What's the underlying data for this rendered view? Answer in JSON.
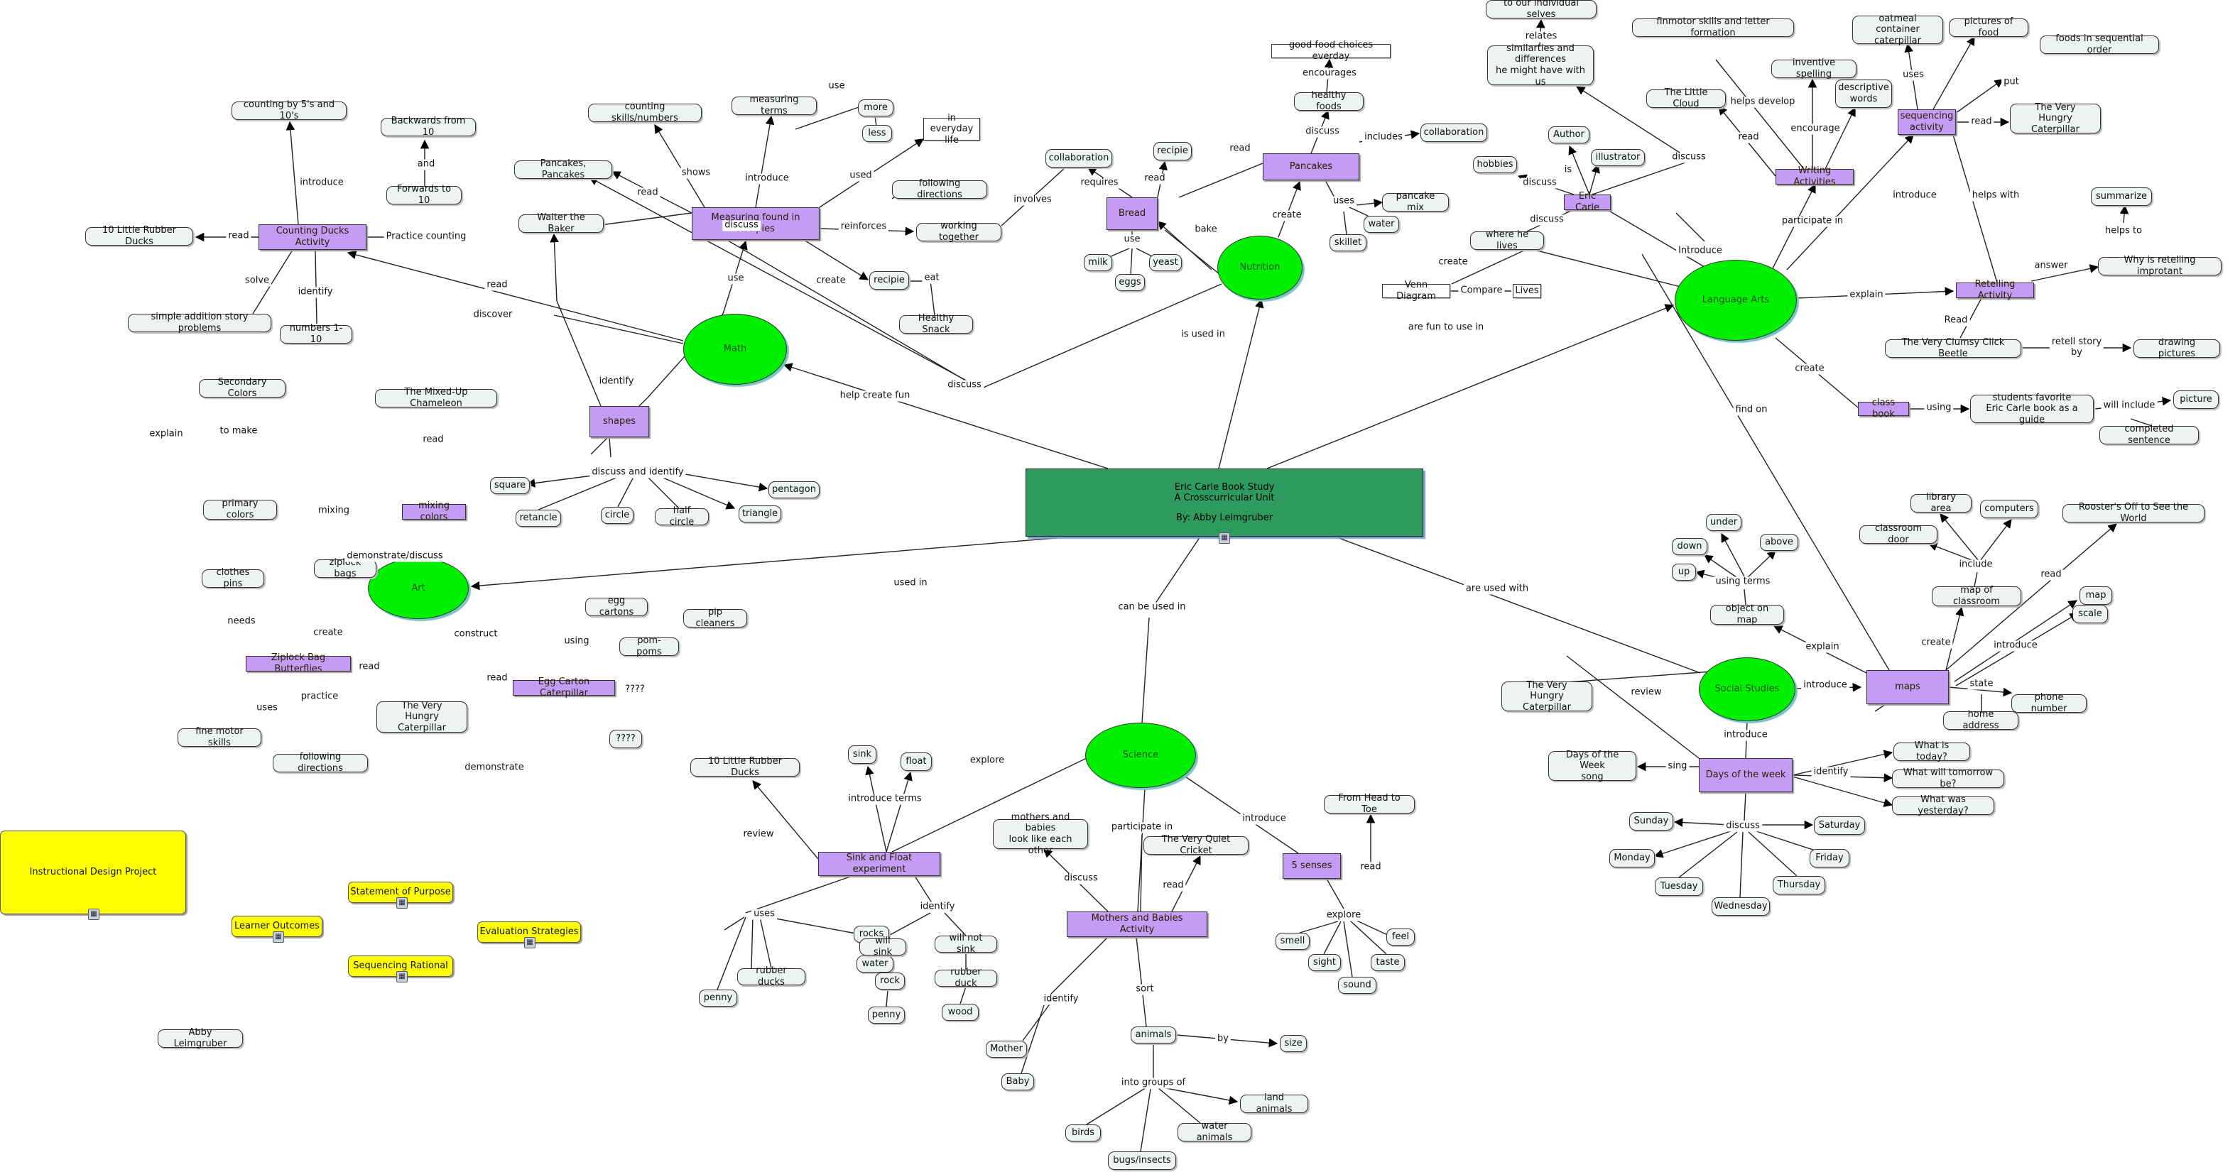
{
  "central": {
    "line1": "Eric Carle Book Study",
    "line2": "A Crosscurricular Unit",
    "line3": "By:  Abby Leimgruber"
  },
  "green": {
    "math": "Math",
    "nutrition": "Nutrition",
    "language_arts": "Language Arts",
    "art": "Art",
    "science": "Science",
    "social_studies": "Social Studies"
  },
  "purple": {
    "counting_ducks": "Counting Ducks Activity",
    "measuring": "Measuring found in Recipies",
    "shapes": "shapes",
    "mixing_colors": "mixing colors",
    "ziplock": "Ziplock Bag Butterflies",
    "egg_carton": "Egg Carton Caterpillar",
    "bread": "Bread",
    "pancakes": "Pancakes",
    "eric_carle": "Eric Carle",
    "writing": "Writing Activities",
    "sequencing": "sequencing activity",
    "retelling": "Retelling Activity",
    "class_book": "class book",
    "maps": "maps",
    "days_week": "Days of the week",
    "sink_float": "Sink and Float experiment",
    "mothers_babies": "Mothers and Babies Activity",
    "five_senses": "5 senses"
  },
  "concepts": {
    "counting_5_10": "counting by 5's and 10's",
    "backwards": "Backwards from 10",
    "forwards": "Forwards to 10",
    "ten_ducks_a": "10 Little Rubber Ducks",
    "story_problems": "simple addition story problems",
    "numbers": "numbers 1-10",
    "counting_skills": "counting skills/numbers",
    "measuring_terms": "measuring terms",
    "more": "more",
    "less": "less",
    "pancakes_pancakes": "Pancakes, Pancakes",
    "walter": "Walter the Baker",
    "following_dir_top": "following directions",
    "working_together": "working together",
    "recipie_math": "recipie",
    "healthy_snack": "Healthy Snack",
    "collaboration_top": "collaboration",
    "recipie_bread": "recipie",
    "milk": "milk",
    "eggs": "eggs",
    "yeast": "yeast",
    "healthy_foods": "healthy foods",
    "collaboration_pan": "collaboration",
    "pancake_mix": "pancake mix",
    "water_pan": "water",
    "skillet": "skillet",
    "to_ourselves": "to our individual selves",
    "similarities": "similarties and\ndifferences\nhe might have with us",
    "author": "Author",
    "illustrator": "illustrator",
    "hobbies": "hobbies",
    "where_lives": "where he lives",
    "finmotor": "finmotor skills and letter formation",
    "little_cloud": "The Little Cloud",
    "inventive": "inventive spelling",
    "descriptive": "descriptive\nwords",
    "oatmeal": "oatmeal container\ncaterpillar",
    "pictures_food": "pictures of food",
    "foods_seq": "foods in sequential order",
    "hungry_cat_seq": "The Very\nHungry Caterpillar",
    "summarize": "summarize",
    "why_retelling": "Why is retelling improtant",
    "clumsy": "The Very Clumsy Click Beetle",
    "drawing_pictures": "drawing pictures",
    "students_fav": "students favorite\nEric Carle book as a guide",
    "picture": "picture",
    "completed_sentence": "completed sentence",
    "secondary": "Secondary Colors",
    "primary": "primary colors",
    "chameleon": "The Mixed-Up Chameleon",
    "square": "square",
    "retancle": "retancle",
    "circle": "circle",
    "half_circle": "half circle",
    "triangle": "triangle",
    "pentagon": "pentagon",
    "clothes_pins": "clothes pins",
    "ziplock_bags": "ziplock bags",
    "fine_motor": "fine motor skills",
    "following_dir_art": "following directions",
    "hungry_cat_art": "The Very\nHungry Caterpillar",
    "egg_cartons": "egg cartons",
    "pip_cleaners": "pip cleaners",
    "pom_poms": "pom-poms",
    "qqqq": "????",
    "ten_ducks_sci": "10 Little Rubber Ducks",
    "sink": "sink",
    "float": "float",
    "rocks": "rocks",
    "water_sci": "water",
    "penny_a": "penny",
    "rubber_ducks": "rubber ducks",
    "will_sink": "will sink",
    "will_not_sink": "will not sink",
    "rock": "rock",
    "penny_b": "penny",
    "rubber_duck": "rubber duck",
    "wood": "wood",
    "mothers_look": "mothers and babies\nlook like each other",
    "quiet_cricket": "The Very Quiet Cricket",
    "mother": "Mother",
    "baby": "Baby",
    "animals": "animals",
    "size": "size",
    "land_animals": "land animals",
    "birds": "birds",
    "water_animals": "water animals",
    "bugs": "bugs/insects",
    "head_toe": "From Head to Toe",
    "smell": "smell",
    "sight": "sight",
    "sound": "sound",
    "taste": "taste",
    "feel": "feel",
    "library": "library area",
    "computers": "computers",
    "classroom_door": "classroom door",
    "rooster": "Rooster's Off to See the World",
    "under": "under",
    "down": "down",
    "above": "above",
    "up": "up",
    "object_map": "object on map",
    "map_classroom": "map of classroom",
    "map": "map",
    "scale": "scale",
    "phone": "phone number",
    "home": "home address",
    "hungry_cat_ss": "The Very\nHungry Caterpillar",
    "days_song": "Days of the Week\nsong",
    "what_today": "What is today?",
    "what_tomorrow": "What will tomorrow be?",
    "what_yesterday": "What was yesterday?",
    "sunday": "Sunday",
    "monday": "Monday",
    "tuesday": "Tuesday",
    "wednesday": "Wednesday",
    "thursday": "Thursday",
    "friday": "Friday",
    "saturday": "Saturday",
    "abby": "Abby Leimgruber"
  },
  "boxes": {
    "in_everyday": "in everyday\nlife",
    "good_food": "good food choices everday",
    "venn": "Venn Diagram",
    "lives": "Lives"
  },
  "yellow": {
    "idp": "Instructional Design Project",
    "statement": "Statement of Purpose",
    "learner": "Learner Outcomes",
    "evaluation": "Evaluation Strategies",
    "sequencing": "Sequencing Rational"
  },
  "links": {
    "introduce": "introduce",
    "and": "and",
    "read": "read",
    "practice_counting": "Practice counting",
    "solve": "solve",
    "identify": "identify",
    "discover": "discover",
    "shows": "shows",
    "use": "use",
    "used": "used",
    "reinforces": "reinforces",
    "create": "create",
    "eat": "eat",
    "involves": "involves",
    "requires": "requires",
    "bake": "bake",
    "discuss": "discuss",
    "includes": "includes",
    "uses": "uses",
    "encourages": "encourages",
    "relates": "relates",
    "is": "is",
    "compare": "Compare",
    "helps_develop": "helps develop",
    "encourage": "encourage",
    "put": "put",
    "participate_in": "participate in",
    "introduce_cap": "Introduce",
    "helps_with": "helps with",
    "helps_to": "helps to",
    "answer": "answer",
    "explain": "explain",
    "read_cap": "Read",
    "retell_by": "retell story\nby",
    "using": "using",
    "will_include": "will include",
    "find_on": "find on",
    "are_fun": "are fun to use in",
    "is_used_in": "is used in",
    "help_fun": "help create fun",
    "used_in": "used in",
    "can_be_used": "can be used in",
    "are_used_with": "are used with",
    "discuss_identify": "discuss and identify",
    "to_make": "to make",
    "mixing": "mixing",
    "demonstrate_discuss": "demonstrate/discuss",
    "needs": "needs",
    "practice": "practice",
    "construct": "construct",
    "demonstrate": "demonstrate",
    "qqqq": "????",
    "review": "review",
    "explore": "explore",
    "introduce_terms": "introduce terms",
    "sort": "sort",
    "by": "by",
    "into_groups": "into groups of",
    "include": "include",
    "using_terms": "using terms",
    "state": "state",
    "sing": "sing"
  }
}
